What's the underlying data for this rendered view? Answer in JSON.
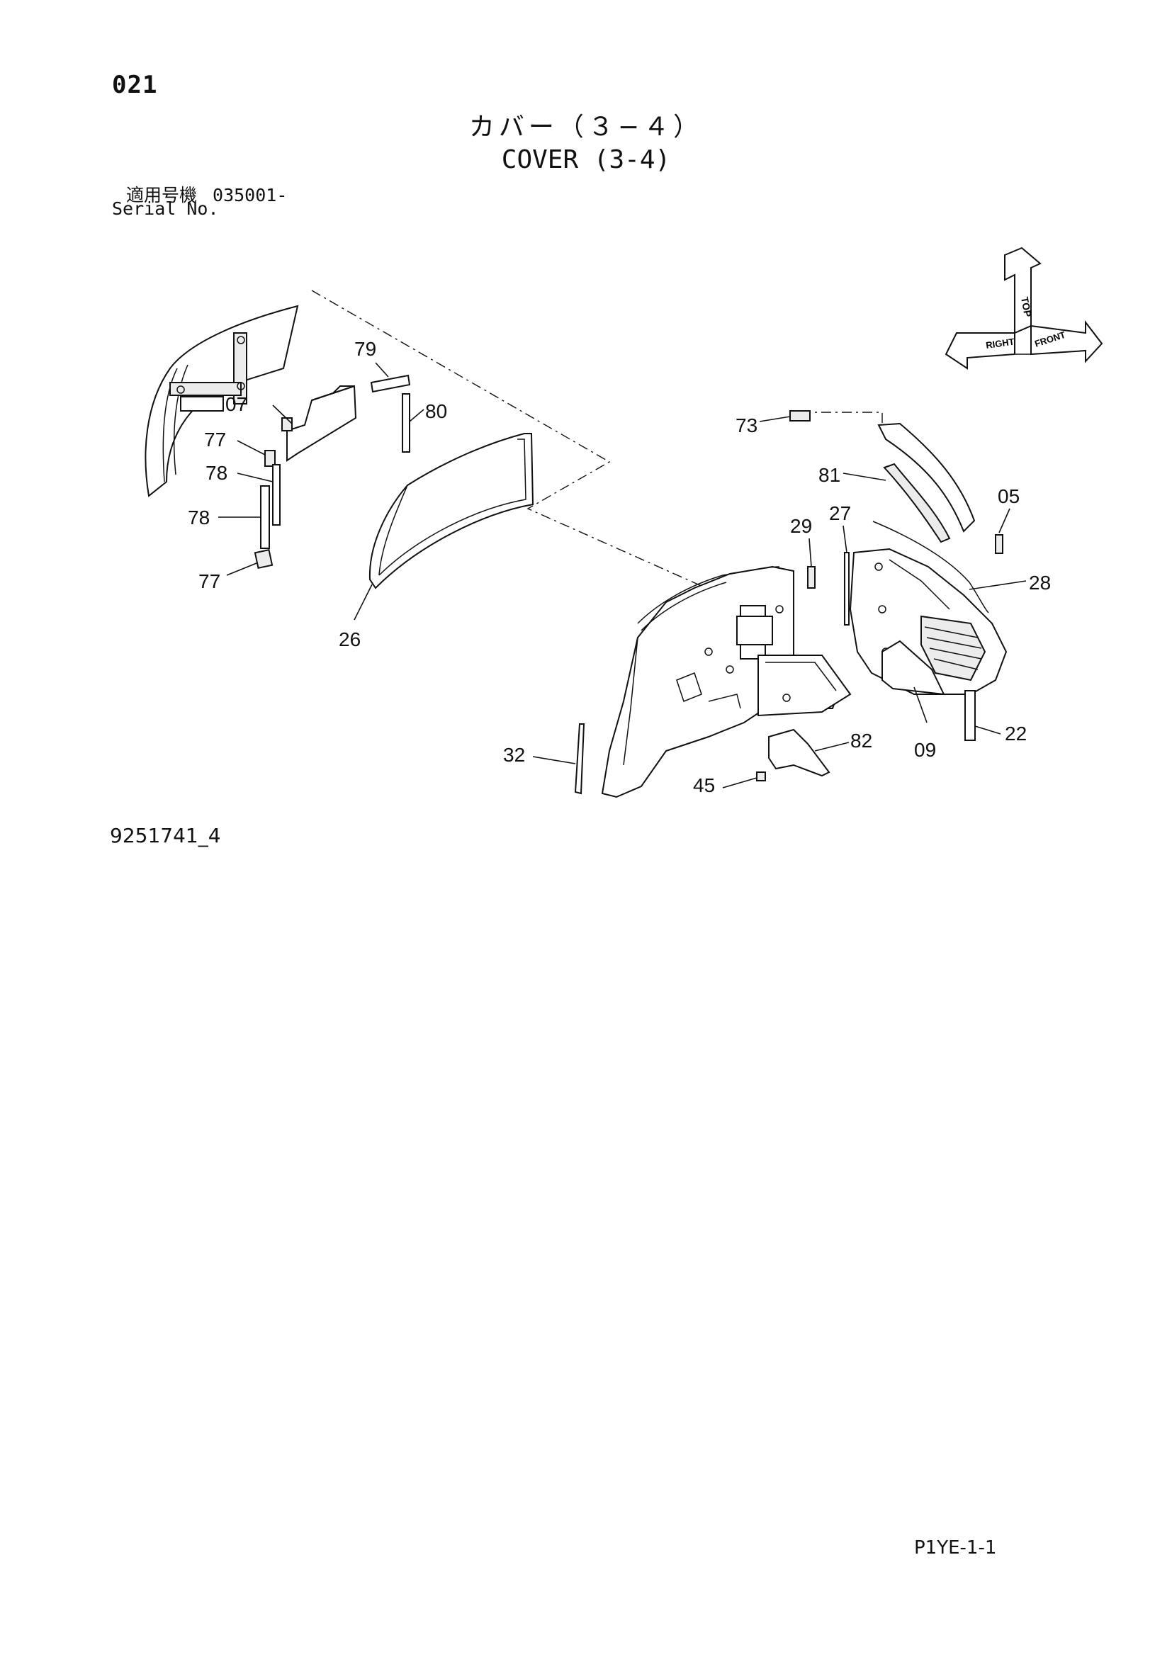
{
  "page_number": "021",
  "title_jp": "カバー（３−４）",
  "title_en": "COVER (3-4)",
  "serial": {
    "label_jp": "適用号機",
    "value": "035001-",
    "label_en": "Serial No."
  },
  "drawing_id": "9251741_4",
  "sheet_ref": "P1YE-1-1",
  "orientation_indicator": {
    "icon": "orientation-arrows-icon",
    "labels": [
      "TOP",
      "RIGHT",
      "FRONT"
    ]
  },
  "callouts": [
    "79",
    "80",
    "07",
    "77",
    "78",
    "78",
    "77",
    "26",
    "73",
    "81",
    "05",
    "29",
    "27",
    "28",
    "22",
    "09",
    "82",
    "45",
    "32"
  ]
}
